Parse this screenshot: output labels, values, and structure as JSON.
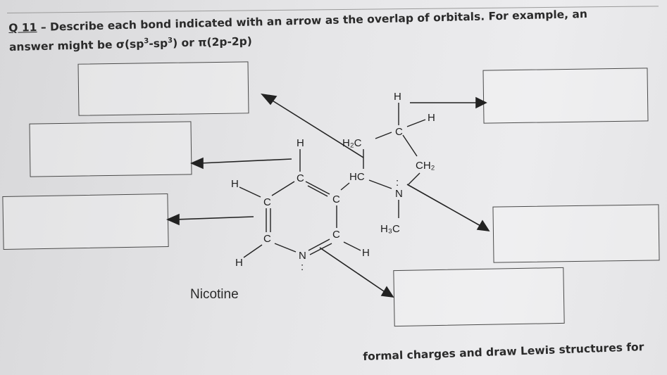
{
  "question": {
    "number": "Q 11",
    "dash": " – ",
    "line1": "Describe each bond indicated with an arrow as the overlap of orbitals. For example, an",
    "line2_prefix": "answer might be σ(sp",
    "sup1": "3",
    "line2_mid": "-sp",
    "sup2": "3",
    "line2_suffix": ") or π(2p-2p)"
  },
  "molecule": {
    "name": "Nicotine",
    "atoms": {
      "h_top": "H",
      "c_top": "C",
      "h_right": "H",
      "h2c_label": "H₂C",
      "ch2_label": "CH₂",
      "hc_label": "HC",
      "n_pyrrolidine": "N",
      "h3c_label": "H₃C",
      "h_pyridine_top": "H",
      "c_pyridine_top": "C",
      "h_left": "H",
      "c_left": "C",
      "c_right_ring": "C",
      "c_lower_left": "C",
      "c_lower_right": "C",
      "n_pyridine": "N",
      "h_lower_left": "H",
      "h_lower_right": "H"
    },
    "lone_pair": ":"
  },
  "bottom_text": "formal charges and draw Lewis structures for"
}
